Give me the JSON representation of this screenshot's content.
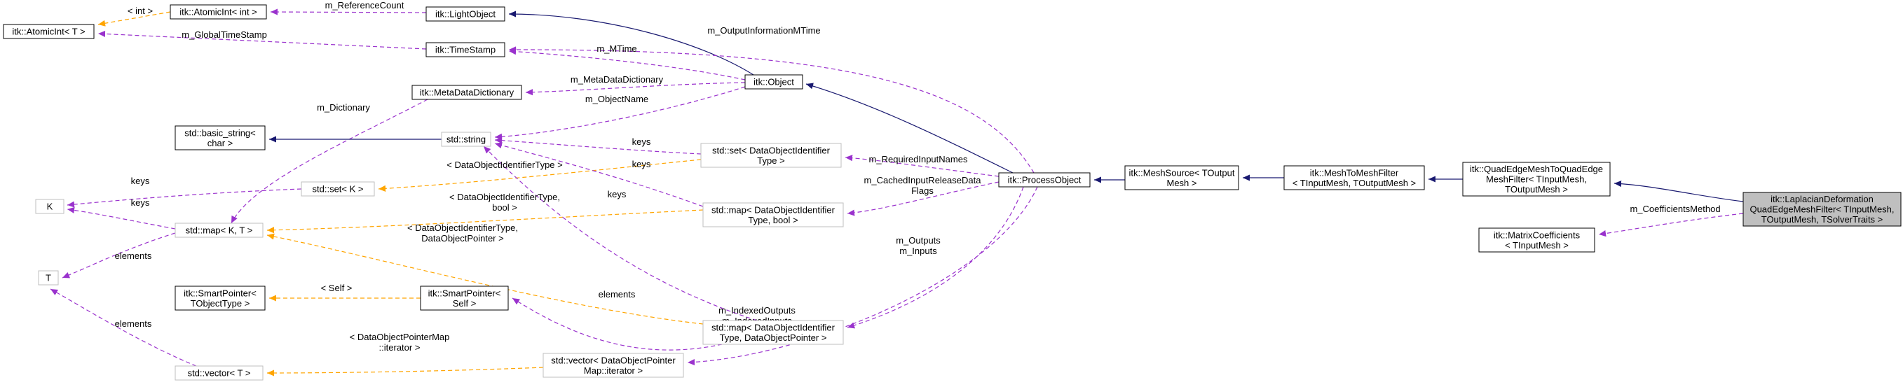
{
  "colors": {
    "inheritance": "#191970",
    "usage": "#9a32cd",
    "template": "#ffa500",
    "node_border": "#000000",
    "external_border": "#bfbfbf",
    "focus_fill": "#bfbfbf"
  },
  "nodes": {
    "atomicint_int": {
      "lines": [
        "itk::AtomicInt< int >"
      ]
    },
    "lightobject": {
      "lines": [
        "itk::LightObject"
      ]
    },
    "atomicint_t": {
      "lines": [
        "itk::AtomicInt< T >"
      ]
    },
    "timestamp": {
      "lines": [
        "itk::TimeStamp"
      ]
    },
    "metadatadictionary": {
      "lines": [
        "itk::MetaDataDictionary"
      ]
    },
    "object": {
      "lines": [
        "itk::Object"
      ]
    },
    "basic_string": {
      "lines": [
        "std::basic_string<",
        "char >"
      ]
    },
    "string": {
      "lines": [
        "std::string"
      ]
    },
    "set_doi": {
      "lines": [
        "std::set< DataObjectIdentifier",
        "Type >"
      ]
    },
    "set_k": {
      "lines": [
        "std::set< K >"
      ]
    },
    "k": {
      "lines": [
        "K"
      ]
    },
    "map_kt": {
      "lines": [
        "std::map< K, T >"
      ]
    },
    "map_doi_bool": {
      "lines": [
        "std::map< DataObjectIdentifier",
        "Type, bool >"
      ]
    },
    "processobject": {
      "lines": [
        "itk::ProcessObject"
      ]
    },
    "meshsource": {
      "lines": [
        "itk::MeshSource< TOutput",
        "Mesh >"
      ]
    },
    "meshtomeshfilter": {
      "lines": [
        "itk::MeshToMeshFilter",
        "< TInputMesh, TOutputMesh >"
      ]
    },
    "qe2qe": {
      "lines": [
        "itk::QuadEdgeMeshToQuadEdge",
        "MeshFilter< TInputMesh,",
        "TOutputMesh >"
      ]
    },
    "laplacian": {
      "lines": [
        "itk::LaplacianDeformation",
        "QuadEdgeMeshFilter< TInputMesh,",
        "TOutputMesh, TSolverTraits >"
      ]
    },
    "matrixcoefficients": {
      "lines": [
        "itk::MatrixCoefficients",
        "< TInputMesh >"
      ]
    },
    "t": {
      "lines": [
        "T"
      ]
    },
    "map_doi_dop": {
      "lines": [
        "std::map< DataObjectIdentifier",
        "Type, DataObjectPointer >"
      ]
    },
    "smartpointer_tobj": {
      "lines": [
        "itk::SmartPointer<",
        "TObjectType >"
      ]
    },
    "smartpointer_self": {
      "lines": [
        "itk::SmartPointer<",
        "Self >"
      ]
    },
    "vector_t": {
      "lines": [
        "std::vector< T >"
      ]
    },
    "vector_dop": {
      "lines": [
        "std::vector< DataObjectPointer",
        "Map::iterator >"
      ]
    }
  },
  "edge_labels": {
    "int": [
      "< int >"
    ],
    "reference_count": [
      "m_ReferenceCount"
    ],
    "global_timestamp": [
      "m_GlobalTimeStamp"
    ],
    "output_info_mtime": [
      "m_OutputInformationMTime"
    ],
    "mtime": [
      "m_MTime"
    ],
    "metadata_dictionary": [
      "m_MetaDataDictionary"
    ],
    "object_name": [
      "m_ObjectName"
    ],
    "dictionary": [
      "m_Dictionary"
    ],
    "keys_set_string": [
      "keys"
    ],
    "keys_map_bool_string": [
      "keys"
    ],
    "keys_map_dop_string": [
      "keys"
    ],
    "set_k_tmpl": [
      "< DataObjectIdentifierType >"
    ],
    "keys_set_k": [
      "keys"
    ],
    "keys_map_kt": [
      "keys"
    ],
    "required_input_names": [
      "m_RequiredInputNames"
    ],
    "cached_input_release": [
      "m_CachedInputReleaseData",
      "Flags"
    ],
    "map_bool_tmpl": [
      "< DataObjectIdentifierType,",
      "bool >"
    ],
    "elements_map_t": [
      "elements"
    ],
    "map_dop_tmpl": [
      "< DataObjectIdentifierType,",
      "DataObjectPointer >"
    ],
    "outputs_inputs": [
      "m_Outputs",
      "m_Inputs"
    ],
    "coefficients_method": [
      "m_CoefficientsMethod"
    ],
    "elements_map_sp": [
      "elements"
    ],
    "self_tmpl": [
      "< Self >"
    ],
    "indexed": [
      "m_IndexedOutputs",
      "m_IndexedInputs"
    ],
    "elements_vector_t": [
      "elements"
    ],
    "vector_tmpl": [
      "< DataObjectPointerMap",
      "::iterator >"
    ]
  }
}
